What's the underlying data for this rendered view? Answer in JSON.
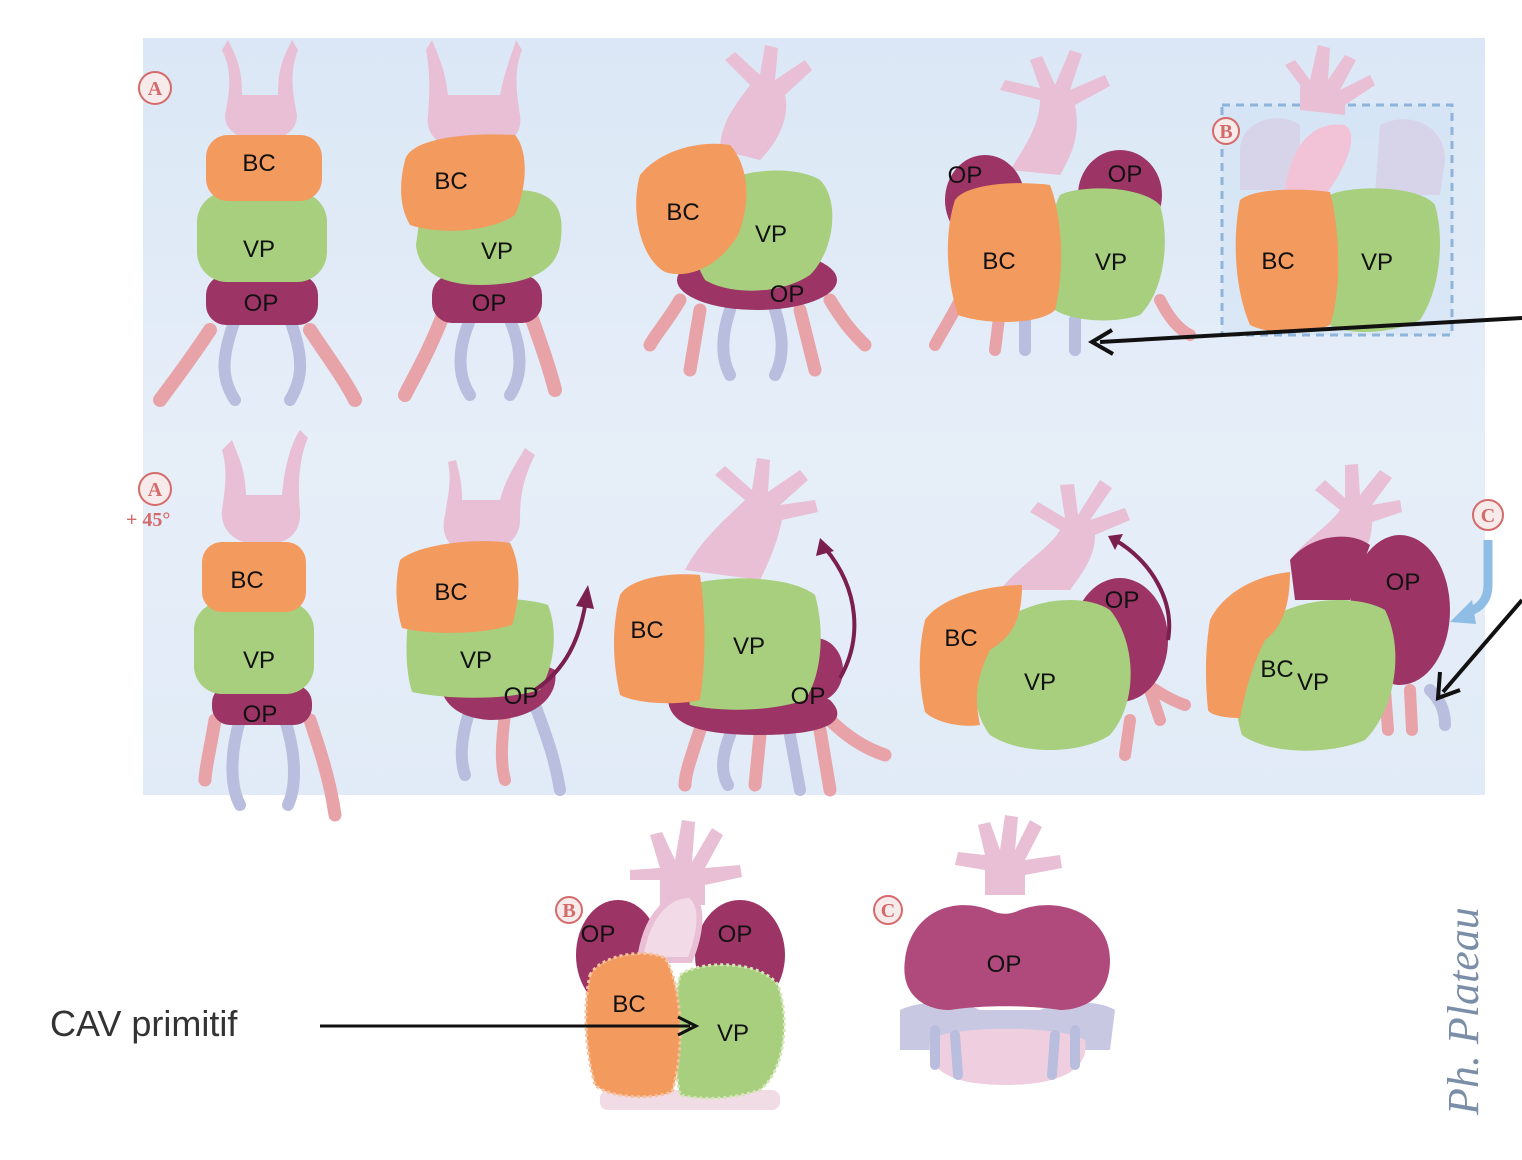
{
  "panel_markers": {
    "row1": "A",
    "row2": "A",
    "row2_rotation": "+ 45°",
    "inset_b_top": "B",
    "inset_c_right": "C",
    "bottom_b": "B",
    "bottom_c": "C"
  },
  "labels": {
    "bulbus": "BC",
    "ventricle": "VP",
    "atrium": "OP"
  },
  "cav_label": "CAV primitif",
  "signature": "Ph. Plateau",
  "colors": {
    "bc": "#f39a5e",
    "vp": "#a7cf7e",
    "op": "#9c3465",
    "tube": "#e8bfd5",
    "veins": "#b9bedf",
    "panel_bg": "#dfe8f6"
  }
}
